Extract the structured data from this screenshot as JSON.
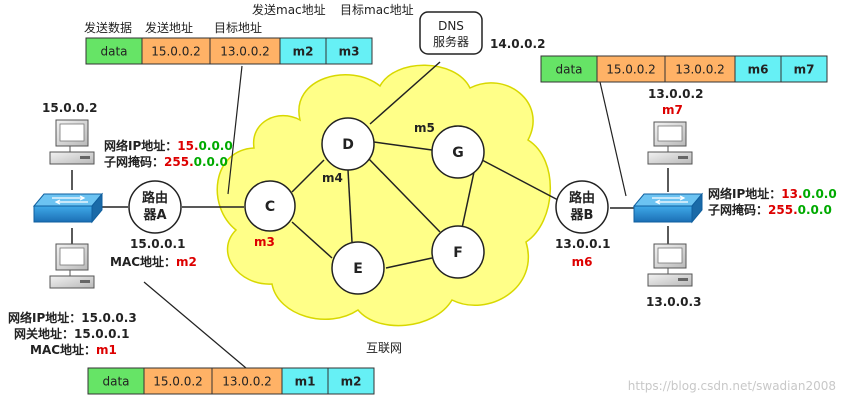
{
  "headers": {
    "send_data": "发送数据",
    "send_addr": "发送地址",
    "dest_addr": "目标地址",
    "send_mac": "发送mac地址",
    "dest_mac": "目标mac地址"
  },
  "packet_top": [
    "data",
    "15.0.0.2",
    "13.0.0.2",
    "m2",
    "m3"
  ],
  "packet_right": [
    "data",
    "15.0.0.2",
    "13.0.0.2",
    "m6",
    "m7"
  ],
  "packet_bottom": [
    "data",
    "15.0.0.2",
    "13.0.0.2",
    "m1",
    "m2"
  ],
  "dns": {
    "line1": "DNS",
    "line2": "服务器",
    "ip": "14.0.0.2"
  },
  "nodes": {
    "C": "C",
    "D": "D",
    "E": "E",
    "F": "F",
    "G": "G"
  },
  "node_labels": {
    "m3": "m3",
    "m4": "m4",
    "m5": "m5"
  },
  "internet_label": "互联网",
  "router_a": {
    "line1": "路由",
    "line2": "器A",
    "ip": "15.0.0.1",
    "mac_label": "MAC地址：",
    "mac": "m2"
  },
  "router_b": {
    "line1": "路由",
    "line2": "器B",
    "ip": "13.0.0.1",
    "mac": "m6"
  },
  "left_net": {
    "top_host_ip": "15.0.0.2",
    "ip_label": "网络IP地址：",
    "ip_red": "15.",
    "ip_green": "0.0.0",
    "mask_label": "子网掩码：",
    "mask_red": "255.",
    "mask_green": "0.0.0"
  },
  "left_bottom_host": {
    "ip": "网络IP地址：15.0.0.3",
    "gw": "网关地址：15.0.0.1",
    "mac_label": "MAC地址：",
    "mac": "m1"
  },
  "right_net": {
    "top_host_ip": "13.0.0.2",
    "top_host_mac": "m7",
    "ip_label": "网络IP地址：",
    "ip_red": "13.",
    "ip_green": "0.0.0",
    "mask_label": "子网掩码：",
    "mask_red": "255.",
    "mask_green": "0.0.0",
    "bottom_host_ip": "13.0.0.3"
  },
  "watermark": "https://blog.csdn.net/swadian2008",
  "colors": {
    "data_green": "#66e466",
    "ip_orange": "#ffb266",
    "mac_cyan": "#66f0f5",
    "cloud_yellow": "#ffff88",
    "red": "#dd0000",
    "green": "#00aa00"
  }
}
